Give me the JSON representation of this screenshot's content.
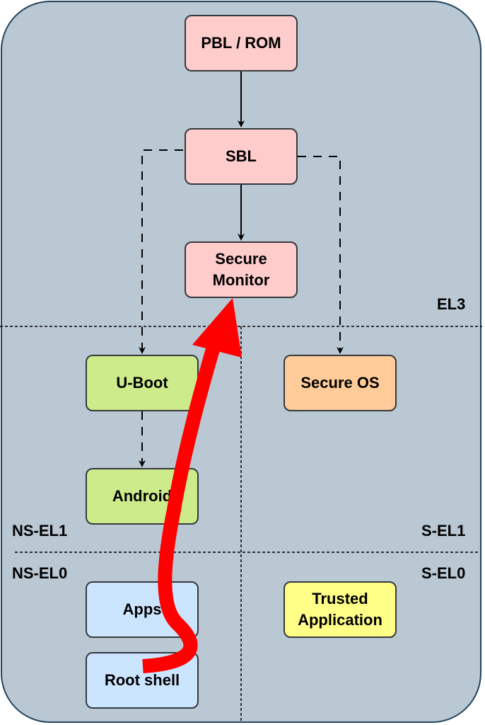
{
  "nodes": {
    "pbl_rom": "PBL / ROM",
    "sbl": "SBL",
    "secure_monitor": "Secure\nMonitor",
    "uboot": "U-Boot",
    "secure_os": "Secure OS",
    "android": "Android",
    "apps": "Apps",
    "root_shell": "Root shell",
    "trusted_app": "Trusted\nApplication"
  },
  "levels": {
    "el3": "EL3",
    "ns_el1": "NS-EL1",
    "s_el1": "S-EL1",
    "ns_el0": "NS-EL0",
    "s_el0": "S-EL0"
  },
  "colors": {
    "panel": "#bac8d3",
    "panel_border": "#23445d",
    "pink": "#ffcccc",
    "green": "#cdeb8b",
    "orange": "#ffcc99",
    "blue": "#cce5ff",
    "yellow": "#ffff88",
    "exploit_arrow": "#ff0000"
  }
}
